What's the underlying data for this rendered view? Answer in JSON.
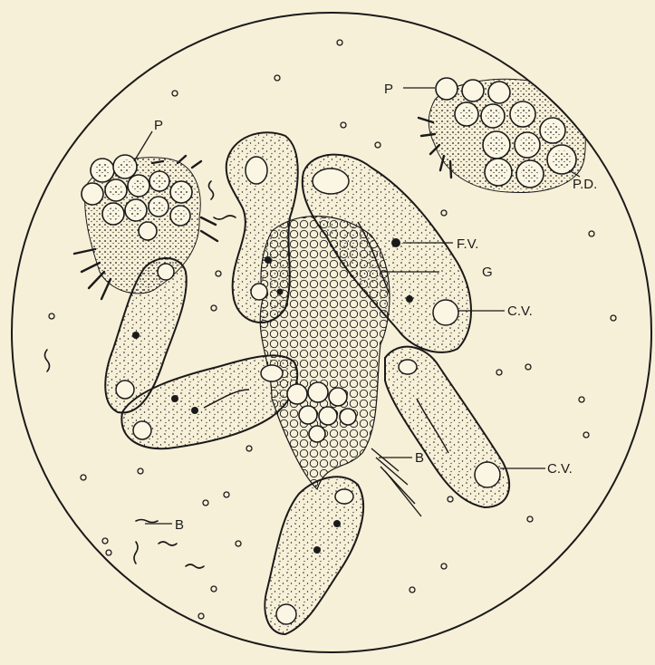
{
  "figure": {
    "colors": {
      "background": "#f7f0d8",
      "ink": "#1a1a1a"
    },
    "labels": {
      "p_left": "P",
      "p_right": "P",
      "pd": "P.D.",
      "fv": "F.V.",
      "g": "G",
      "cv_upper": "C.V.",
      "cv_lower": "C.V.",
      "b_center": "B",
      "b_lower": "B"
    }
  }
}
